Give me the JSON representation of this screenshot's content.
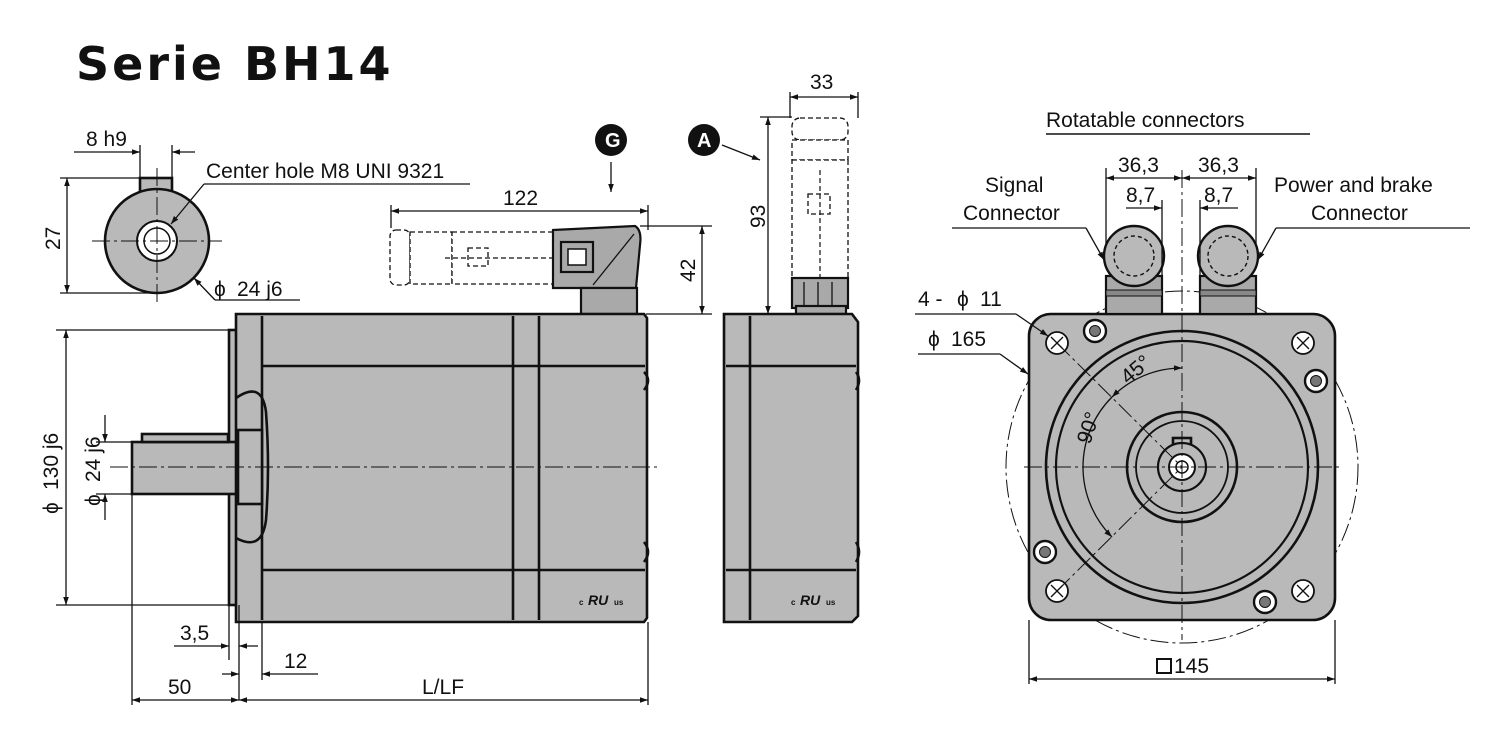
{
  "title": "Serie BH14",
  "front_view": {
    "shaft_key_width": "8 h9",
    "center_hole": "Center hole M8 UNI 9321",
    "key_height": "27",
    "shaft_diameter": "24 j6"
  },
  "side_view": {
    "connector_span": "122",
    "connector_height": "42",
    "flange_diameter": "130 j6",
    "shaft_diameter": "24 j6",
    "flange_offset": "3,5",
    "flange_thickness": "12",
    "shaft_length": "50",
    "body_length": "L/LF",
    "badge_g": "G",
    "cert_mark": "RU",
    "cert_c": "c",
    "cert_us": "us"
  },
  "connector_view": {
    "badge_a": "A",
    "width": "33",
    "height": "93"
  },
  "end_view": {
    "heading": "Rotatable connectors",
    "signal_connector": [
      "Signal",
      "Connector"
    ],
    "power_connector": [
      "Power and brake",
      "Connector"
    ],
    "offset_left": "36,3",
    "offset_right": "36,3",
    "pin_left": "8,7",
    "pin_right": "8,7",
    "holes": "4 - ",
    "hole_diameter": "11",
    "bolt_circle": "165",
    "angle_45": "45°",
    "angle_90": "90°",
    "square": "145"
  },
  "symbols": {
    "diameter": "ϕ"
  }
}
